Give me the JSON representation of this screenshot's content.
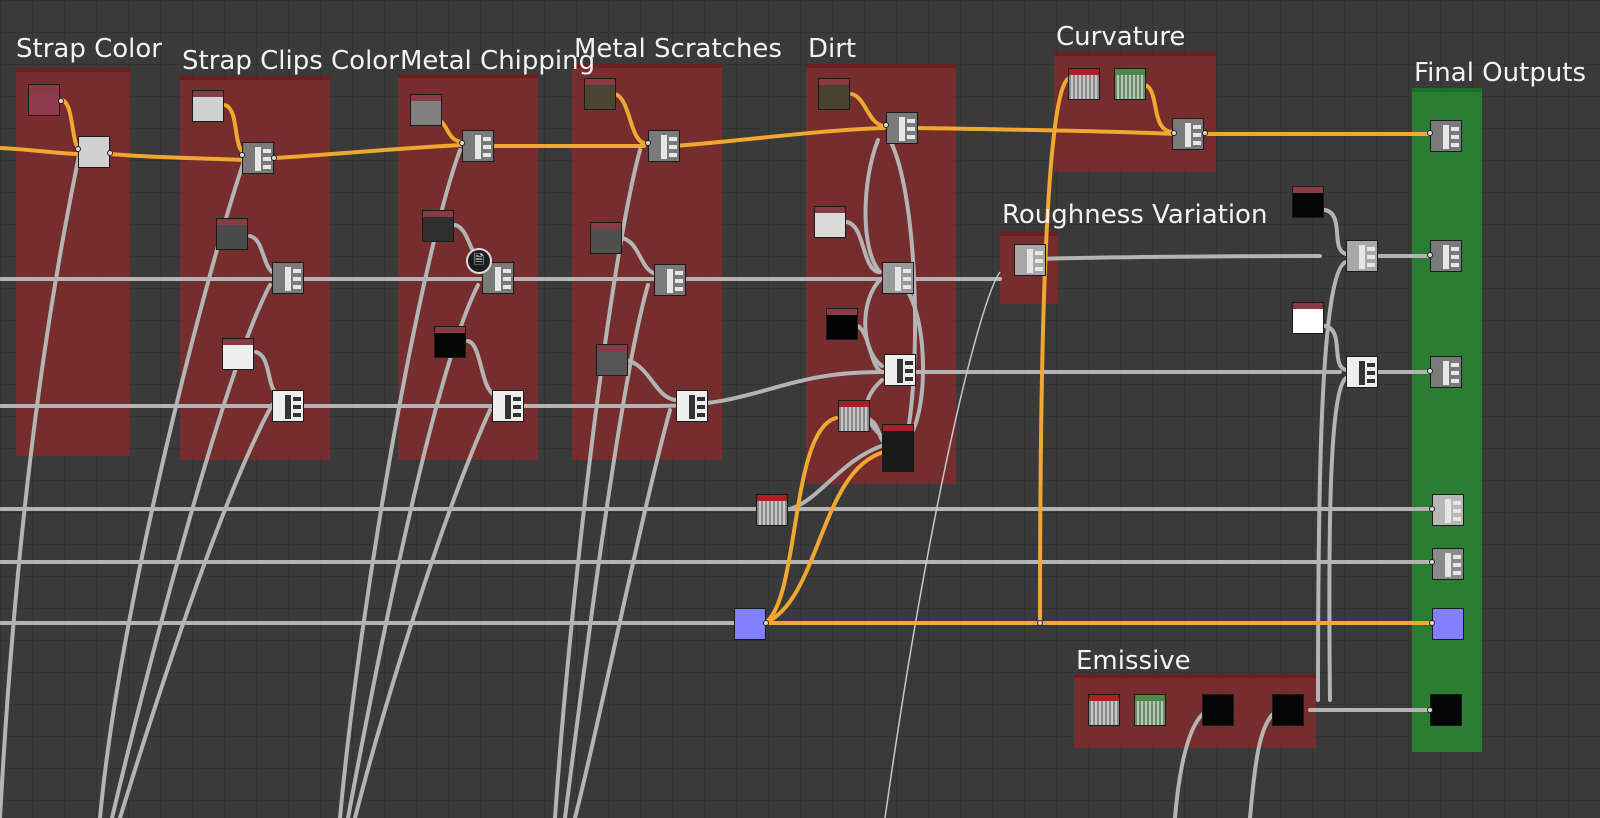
{
  "frames": [
    {
      "key": "strap_color",
      "title": "Strap Color",
      "color": "#8c2828"
    },
    {
      "key": "strap_clips_color",
      "title": "Strap Clips Color",
      "color": "#8c2828"
    },
    {
      "key": "metal_chipping",
      "title": "Metal Chipping",
      "color": "#8c2828"
    },
    {
      "key": "metal_scratches",
      "title": "Metal Scratches",
      "color": "#8c2828"
    },
    {
      "key": "dirt",
      "title": "Dirt",
      "color": "#8c2828"
    },
    {
      "key": "curvature",
      "title": "Curvature",
      "color": "#8c2828"
    },
    {
      "key": "roughness_variation",
      "title": "Roughness Variation",
      "color": "#8c2828"
    },
    {
      "key": "emissive",
      "title": "Emissive",
      "color": "#8c2828"
    },
    {
      "key": "final_outputs",
      "title": "Final Outputs",
      "color": "#288c32"
    }
  ],
  "colors": {
    "canvas": "#3a3a3a",
    "grid": "#333333",
    "wire_color": "#f0a830",
    "wire_gray": "#b4b4b4",
    "normal_node": "#8080ff",
    "comment_badge": "comment-icon"
  }
}
